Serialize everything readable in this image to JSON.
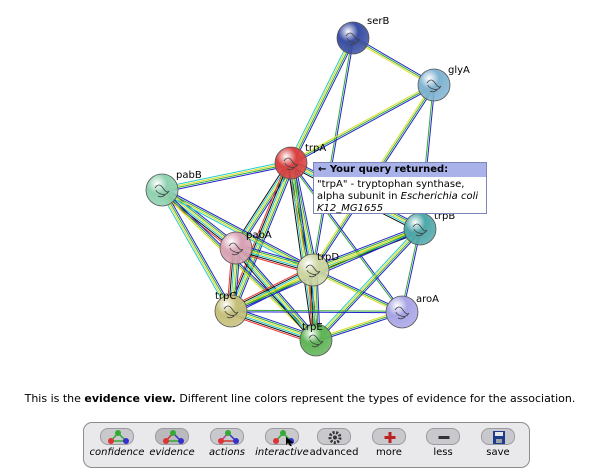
{
  "network": {
    "nodes": [
      {
        "id": "serB",
        "label": "serB",
        "color": "#3a4ea3"
      },
      {
        "id": "glyA",
        "label": "glyA",
        "color": "#7fb3d1"
      },
      {
        "id": "trpA",
        "label": "trpA",
        "color": "#d94141"
      },
      {
        "id": "pabB",
        "label": "pabB",
        "color": "#8ed1b0"
      },
      {
        "id": "trpB",
        "label": "trpB",
        "color": "#4fa7a9"
      },
      {
        "id": "pabA",
        "label": "pabA",
        "color": "#d9a3b5"
      },
      {
        "id": "trpD",
        "label": "trpD",
        "color": "#cdd6a4"
      },
      {
        "id": "trpC",
        "label": "trpC",
        "color": "#c6c07a"
      },
      {
        "id": "aroA",
        "label": "aroA",
        "color": "#a8a4e6"
      },
      {
        "id": "trpE",
        "label": "trpE",
        "color": "#5fb456"
      }
    ],
    "edge_colors": [
      "#2222cc",
      "#33aa33",
      "#dddd22",
      "#22cccc",
      "#111111",
      "#ee3333",
      "#aa44aa"
    ]
  },
  "tooltip": {
    "header": "← Your query returned:",
    "line1": "\"trpA\" - tryptophan synthase,",
    "line2": "alpha subunit in ",
    "organism": "Escherichia coli",
    "line3": "K12_MG1655"
  },
  "caption": {
    "prefix": "This is the ",
    "bold": "evidence view.",
    "suffix": " Different line colors represent the types of evidence for the association."
  },
  "toolbar": {
    "buttons": [
      {
        "name": "confidence",
        "label": "confidence",
        "italic": true,
        "icon": "confidence-view-icon",
        "active": false
      },
      {
        "name": "evidence",
        "label": "evidence",
        "italic": true,
        "icon": "evidence-view-icon",
        "active": true
      },
      {
        "name": "actions",
        "label": "actions",
        "italic": true,
        "icon": "actions-view-icon",
        "active": false
      },
      {
        "name": "interactive",
        "label": "interactive",
        "italic": true,
        "icon": "interactive-view-icon",
        "active": false
      },
      {
        "name": "advanced",
        "label": "advanced",
        "italic": false,
        "icon": "gear-icon",
        "active": false
      },
      {
        "name": "more",
        "label": "more",
        "italic": false,
        "icon": "plus-icon",
        "active": false
      },
      {
        "name": "less",
        "label": "less",
        "italic": false,
        "icon": "minus-icon",
        "active": false
      },
      {
        "name": "save",
        "label": "save",
        "italic": false,
        "icon": "save-icon",
        "active": false
      }
    ]
  }
}
